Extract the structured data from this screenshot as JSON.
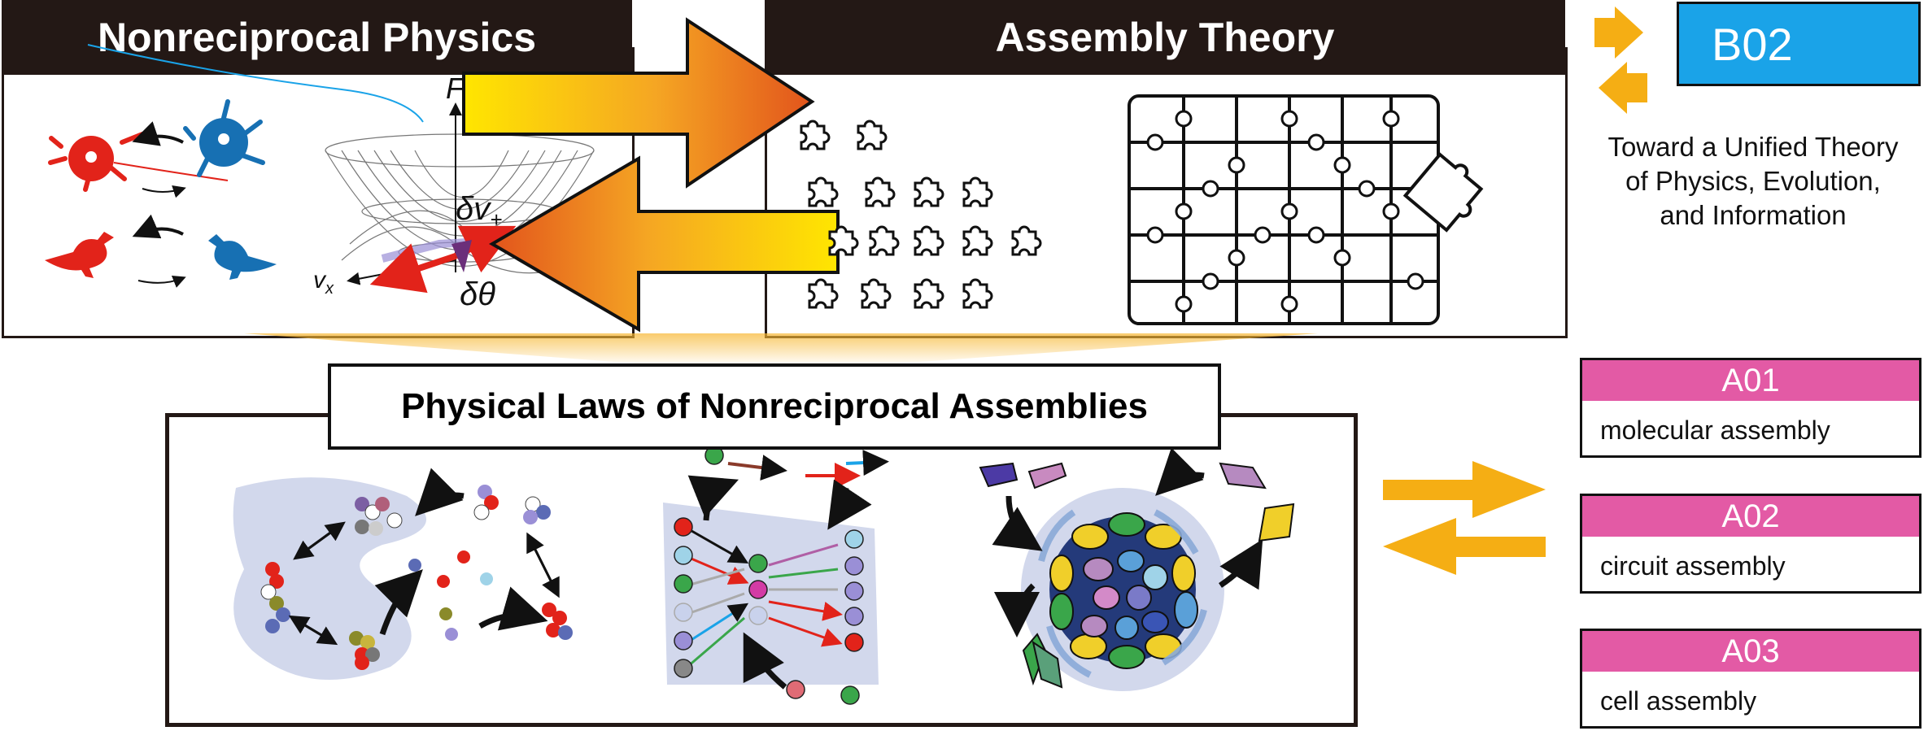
{
  "panels": {
    "nonreciprocal_title": "Nonreciprocal Physics",
    "assembly_title": "Assembly Theory",
    "laws_title": "Physical Laws of Nonreciprocal Assemblies"
  },
  "axis_labels": {
    "f": "F",
    "dv": "δv",
    "dv_sub": "+",
    "vx": "v",
    "vx_sub": "x",
    "dtheta": "δθ"
  },
  "b02": {
    "code": "B02",
    "desc_line1": "Toward a Unified Theory",
    "desc_line2": "of Physics, Evolution,",
    "desc_line3": "and Information"
  },
  "projects": [
    {
      "code": "A01",
      "label": "molecular assembly"
    },
    {
      "code": "A02",
      "label": "circuit assembly"
    },
    {
      "code": "A03",
      "label": "cell assembly"
    }
  ],
  "colors": {
    "b02": "#1aa3e8",
    "a_group": "#e35aa5",
    "arrow_orange": "#f5ae14",
    "red": "#e2231a",
    "blue": "#1770b3",
    "dark": "#231815",
    "lavender": "#d2d8ec"
  },
  "icons": [
    "neuron-icon",
    "bird-icon",
    "puzzle-piece-icon",
    "jigsaw-grid-icon",
    "cell-cluster-icon",
    "network-icon"
  ]
}
